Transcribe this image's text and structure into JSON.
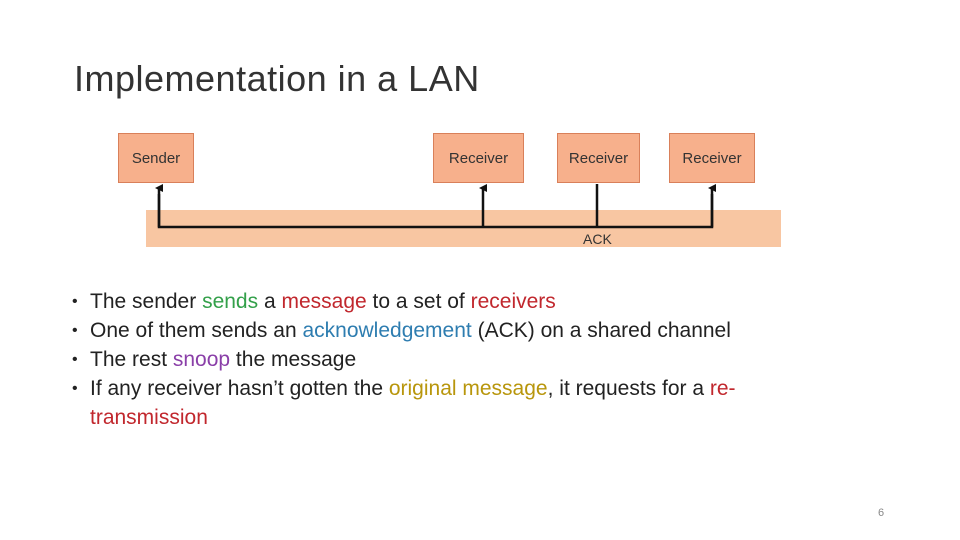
{
  "slide": {
    "title": "Implementation in a LAN",
    "number": "6"
  },
  "diagram": {
    "nodes": [
      {
        "label": "Sender"
      },
      {
        "label": "Receiver"
      },
      {
        "label": "Receiver"
      },
      {
        "label": "Receiver"
      }
    ],
    "ack_label": "ACK"
  },
  "colors": {
    "node_fill": "#f7b08c",
    "channel_fill": "#f8c6a2",
    "green": "#33a04a",
    "red": "#c1272d",
    "blue": "#2e7db0",
    "purple": "#8a3fa8",
    "olive": "#b8960c"
  },
  "bullets": [
    {
      "parts": [
        {
          "t": "The sender "
        },
        {
          "t": "sends",
          "c": "green"
        },
        {
          "t": " a "
        },
        {
          "t": "message",
          "c": "red"
        },
        {
          "t": " to a set of "
        },
        {
          "t": "receivers",
          "c": "red"
        }
      ]
    },
    {
      "parts": [
        {
          "t": "One of them sends an "
        },
        {
          "t": "acknowledgement",
          "c": "blue"
        },
        {
          "t": " (ACK) on a shared channel"
        }
      ]
    },
    {
      "parts": [
        {
          "t": "The rest "
        },
        {
          "t": "snoop",
          "c": "purple"
        },
        {
          "t": " the message"
        }
      ]
    },
    {
      "parts": [
        {
          "t": "If any receiver hasn’t gotten the "
        },
        {
          "t": "original message",
          "c": "olive"
        },
        {
          "t": ", it requests for a "
        },
        {
          "t": "re-transmission",
          "c": "red"
        }
      ]
    }
  ]
}
